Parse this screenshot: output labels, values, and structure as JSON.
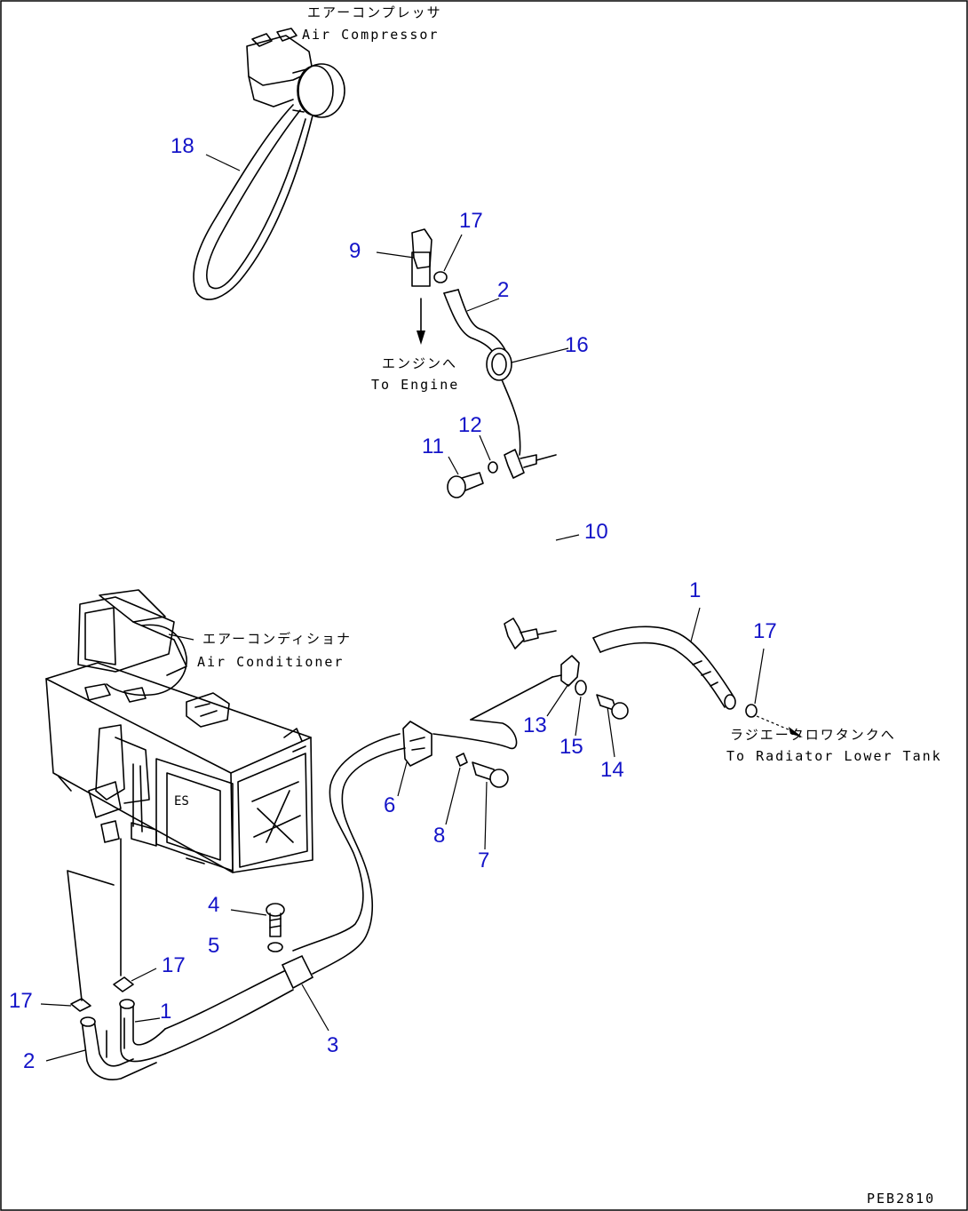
{
  "drawing_code": "PEB2810",
  "notes": {
    "air_compressor_jp": "エアーコンプレッサ",
    "air_compressor_en": "Air Compressor",
    "to_engine_jp": "エンジンへ",
    "to_engine_en": "To Engine",
    "air_conditioner_jp": "エアーコンディショナ",
    "air_conditioner_en": "Air Conditioner",
    "to_radiator_jp": "ラジエータロワタンクへ",
    "to_radiator_en": "To Radiator Lower Tank"
  },
  "callouts": [
    "18",
    "9",
    "17",
    "2",
    "16",
    "11",
    "12",
    "10",
    "1",
    "17",
    "13",
    "15",
    "14",
    "6",
    "8",
    "7",
    "4",
    "5",
    "17",
    "17",
    "1",
    "2",
    "3"
  ]
}
